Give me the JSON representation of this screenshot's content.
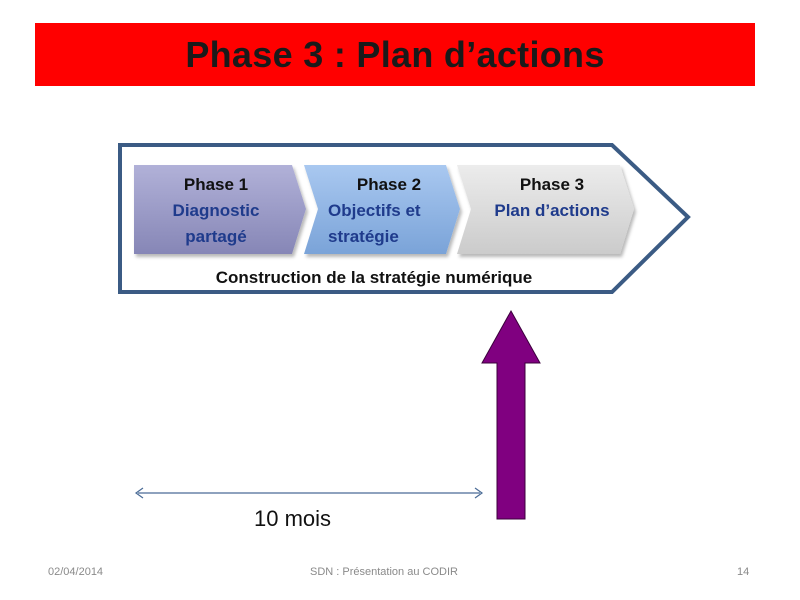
{
  "slide": {
    "title": "Phase 3 : Plan d’actions",
    "duration_label": "10 mois"
  },
  "diagram": {
    "phases": [
      {
        "name": "Phase 1",
        "line1": "Diagnostic",
        "line2": "partagé"
      },
      {
        "name": "Phase 2",
        "line1": "Objectifs et",
        "line2": "stratégie"
      },
      {
        "name": "Phase 3",
        "line1": "Plan d’actions",
        "line2": ""
      }
    ],
    "caption": "Construction de la stratégie numérique"
  },
  "footer": {
    "date": "02/04/2014",
    "center": "SDN : Présentation au CODIR",
    "page": "14"
  },
  "colors": {
    "title_bar": "#ff0000",
    "outline": "#3b5b84",
    "phase1_fill": "#9a9ac6",
    "phase2_fill": "#8fb4e3",
    "phase3_fill": "#d9d9d9",
    "phase_text_accent": "#1f3b8c",
    "arrow_fill": "#800080",
    "dimension_line": "#4a6b96"
  }
}
